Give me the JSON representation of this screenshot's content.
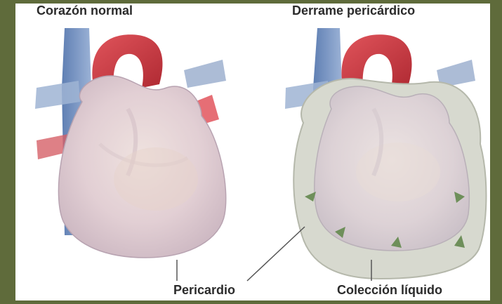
{
  "titles": {
    "left": "Corazón normal",
    "right": "Derrame pericárdico"
  },
  "labels": {
    "left": "Pericardio",
    "right": "Colección líquido"
  },
  "colors": {
    "frame": "#5f6b3b",
    "artery": "#c9383f",
    "vein": "#6f8fbf",
    "heart": "#e8d6da",
    "fluid": "#cfd2c8",
    "arrow": "#6e8f5a"
  }
}
